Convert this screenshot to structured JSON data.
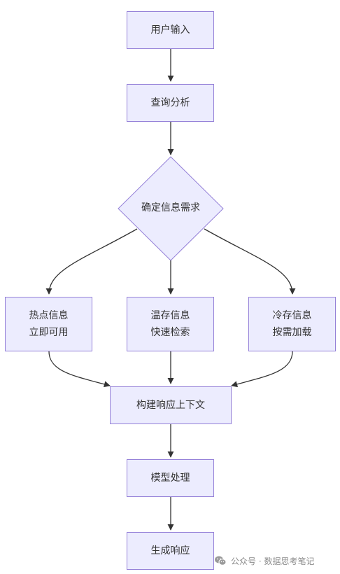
{
  "diagram": {
    "nodes": {
      "input": {
        "label": "用户输入"
      },
      "analysis": {
        "label": "查询分析"
      },
      "decision": {
        "label": "确定信息需求"
      },
      "hot": {
        "line1": "热点信息",
        "line2": "立即可用"
      },
      "warm": {
        "line1": "温存信息",
        "line2": "快速检索"
      },
      "cold": {
        "line1": "冷存信息",
        "line2": "按需加载"
      },
      "context": {
        "label": "构建响应上下文"
      },
      "model": {
        "label": "模型处理"
      },
      "response": {
        "label": "生成响应"
      }
    },
    "edges": [
      {
        "from": "input",
        "to": "analysis"
      },
      {
        "from": "analysis",
        "to": "decision"
      },
      {
        "from": "decision",
        "to": "hot"
      },
      {
        "from": "decision",
        "to": "warm"
      },
      {
        "from": "decision",
        "to": "cold"
      },
      {
        "from": "hot",
        "to": "context"
      },
      {
        "from": "warm",
        "to": "context"
      },
      {
        "from": "cold",
        "to": "context"
      },
      {
        "from": "context",
        "to": "model"
      },
      {
        "from": "model",
        "to": "response"
      }
    ],
    "colors": {
      "node_fill": "#ececfe",
      "node_border": "#9581d8",
      "edge": "#333333",
      "text": "#333333"
    }
  },
  "watermark": {
    "icon": "wechat-icon",
    "text": "公众号 · 数据思考笔记"
  }
}
